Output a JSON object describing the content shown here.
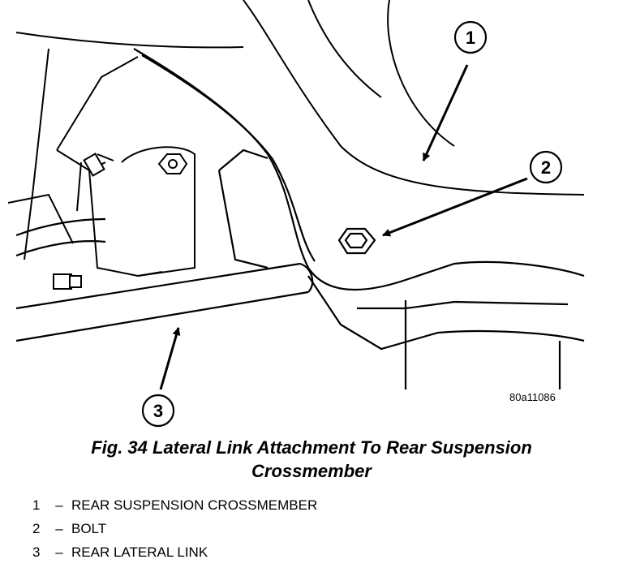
{
  "figure": {
    "callouts": [
      {
        "number": "1",
        "target": "rear-suspension-crossmember"
      },
      {
        "number": "2",
        "target": "bolt"
      },
      {
        "number": "3",
        "target": "rear-lateral-link"
      }
    ],
    "code": "80a11086"
  },
  "caption": {
    "line1": "Fig. 34 Lateral Link Attachment To Rear Suspension",
    "line2": "Crossmember"
  },
  "legend": [
    {
      "number": "1",
      "dash": "–",
      "label": "REAR SUSPENSION CROSSMEMBER"
    },
    {
      "number": "2",
      "dash": "–",
      "label": "BOLT"
    },
    {
      "number": "3",
      "dash": "–",
      "label": "REAR LATERAL LINK"
    }
  ]
}
